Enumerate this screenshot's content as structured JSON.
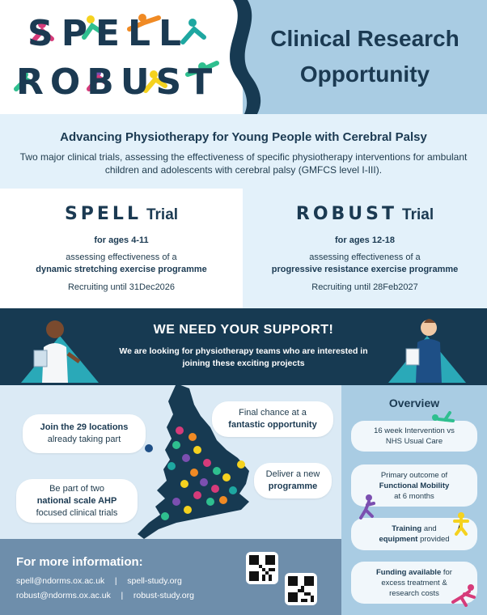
{
  "header": {
    "logo_top": "SPELL",
    "logo_bottom": "ROBUST",
    "title_line1": "Clinical Research",
    "title_line2": "Opportunity"
  },
  "intro": {
    "title": "Advancing Physiotherapy for Young People with Cerebral Palsy",
    "text": "Two major clinical trials, assessing the effectiveness of specific physiotherapy interventions for ambulant children and adolescents with cerebral palsy (GMFCS level I-III)."
  },
  "trials": [
    {
      "logo": "SPELL",
      "word": "Trial",
      "ages": "for ages 4-11",
      "assess": "assessing effectiveness of a",
      "programme": "dynamic stretching exercise programme",
      "recruiting": "Recruiting until 31Dec2026"
    },
    {
      "logo": "ROBUST",
      "word": "Trial",
      "ages": "for ages 12-18",
      "assess": "assessing effectiveness of a",
      "programme": "progressive resistance exercise programme",
      "recruiting": "Recruiting until 28Feb2027"
    }
  ],
  "support": {
    "title": "WE NEED YOUR SUPPORT!",
    "text": "We are looking for physiotherapy teams who are interested in joining these exciting projects"
  },
  "callouts": {
    "join_bold": "Join the 29 locations",
    "join_rest": "already taking part",
    "final_rest": "Final chance at a",
    "final_bold": "fantastic opportunity",
    "deliver_rest": "Deliver a new",
    "deliver_bold": "programme",
    "part_rest": "Be part of two",
    "part_bold": "national scale AHP",
    "part_rest2": "focused clinical trials"
  },
  "overview": {
    "title": "Overview",
    "box1_l1": "16 week Intervention vs",
    "box1_l2": "NHS Usual Care",
    "box2_l1": "Primary outcome of",
    "box2_bold": "Functional Mobility",
    "box2_l3": "at 6 months",
    "box3_bold1": "Training",
    "box3_rest1": " and",
    "box3_bold2": "equipment",
    "box3_rest2": " provided",
    "box4_bold": "Funding available",
    "box4_rest1": " for",
    "box4_rest2": "excess treatment &",
    "box4_rest3": "research costs"
  },
  "info": {
    "title": "For more information:",
    "email1": "spell@ndorms.ox.ac.uk",
    "site1": "spell-study.org",
    "email2": "robust@ndorms.ox.ac.uk",
    "site2": "robust-study.org",
    "separator": "|"
  },
  "colors": {
    "navy": "#173a52",
    "light_blue": "#a9cce3",
    "pale_blue": "#e3f1fa",
    "slate": "#6e8eab",
    "accent_pink": "#d63b7a",
    "accent_green": "#2fbf8f",
    "accent_yellow": "#f5d21f",
    "accent_orange": "#f08a24",
    "accent_purple": "#7b4fb0",
    "accent_teal": "#1ea7a1"
  }
}
